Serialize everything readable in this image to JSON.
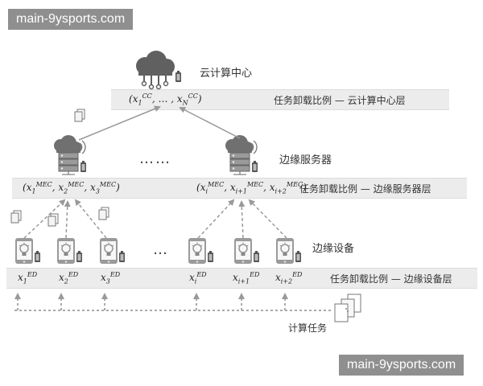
{
  "watermark": {
    "top": "main-9ysports.com",
    "bottom": "main-9ysports.com"
  },
  "cloud": {
    "label": "云计算中心",
    "vector": {
      "open": "(",
      "first": "x",
      "first_sub": "1",
      "first_sup": "CC",
      "sep": ", … , ",
      "last": "x",
      "last_sub": "N",
      "last_sup": "CC",
      "close": ")"
    },
    "layer_label": "任务卸载比例 — 云计算中心层"
  },
  "edge": {
    "label": "边缘服务器",
    "vector_left": {
      "open": "(",
      "a": "x",
      "a_sub": "1",
      "a_sup": "MEC",
      "b": "x",
      "b_sub": "2",
      "b_sup": "MEC",
      "c": "x",
      "c_sub": "3",
      "c_sup": "MEC",
      "close": ")"
    },
    "vector_right": {
      "open": "(",
      "a": "x",
      "a_sub": "i",
      "a_sup": "MEC",
      "b": "x",
      "b_sub": "i+1",
      "b_sup": "MEC",
      "c": "x",
      "c_sub": "i+2",
      "c_sup": "MEC",
      "close": ")"
    },
    "layer_label": "任务卸载比例 — 边缘服务器层",
    "ellipsis": "……"
  },
  "devices": {
    "label": "边缘设备",
    "ellipsis": "…",
    "items": [
      {
        "var": "x",
        "sub": "1",
        "sup": "ED"
      },
      {
        "var": "x",
        "sub": "2",
        "sup": "ED"
      },
      {
        "var": "x",
        "sub": "3",
        "sup": "ED"
      },
      {
        "var": "x",
        "sub": "i",
        "sup": "ED"
      },
      {
        "var": "x",
        "sub": "i+1",
        "sup": "ED"
      },
      {
        "var": "x",
        "sub": "i+2",
        "sup": "ED"
      }
    ],
    "layer_label": "任务卸载比例 — 边缘设备层"
  },
  "tasks": {
    "label": "计算任务"
  }
}
